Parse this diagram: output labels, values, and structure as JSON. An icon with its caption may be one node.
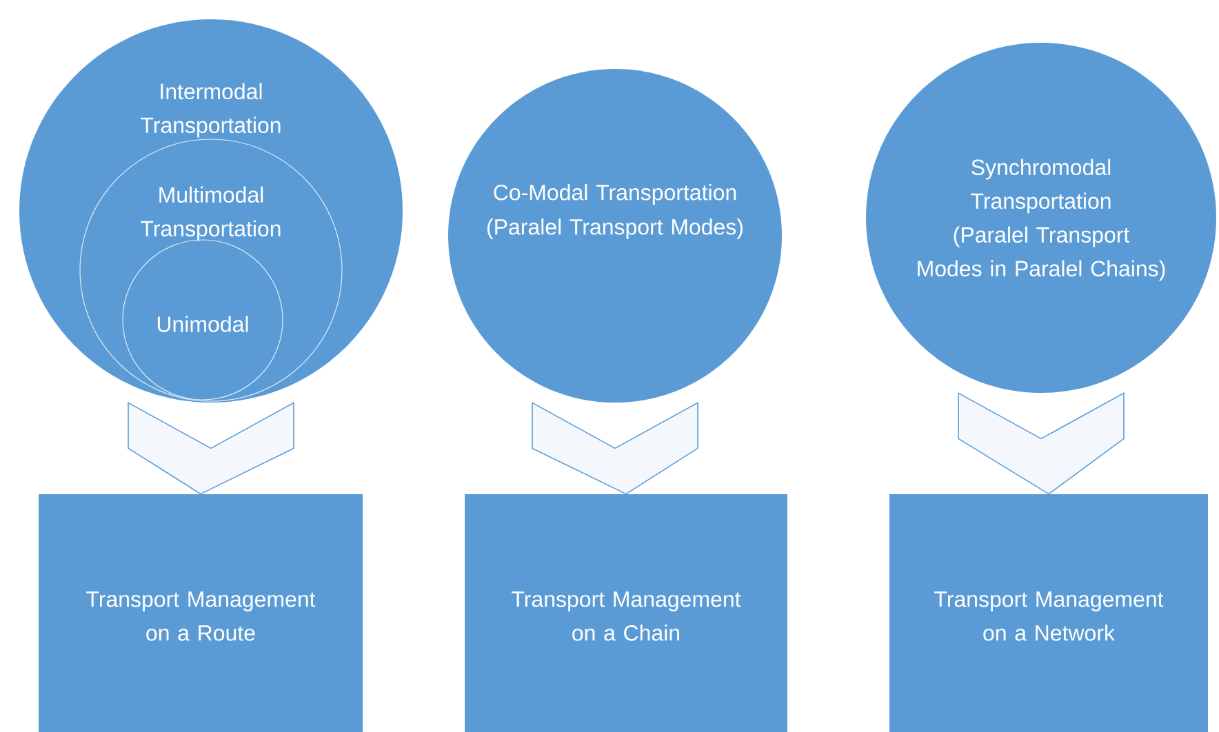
{
  "diagram": {
    "nodes": [
      {
        "text": [
          "Intermodal Transportation"
        ]
      },
      {
        "text": [
          "Multimodal Transportation"
        ],
        "in": 0
      },
      {
        "text": [
          "Unimodal"
        ],
        "in": 1
      },
      {
        "text": [
          "Co-Modal Transportation",
          "(Paralel Transport Modes)"
        ]
      },
      {
        "text": [
          "Synchromodal Transportation",
          "(Paralel Transport Modes in Paralel Chains)"
        ]
      },
      {
        "text": [
          "Transport Management on a Route"
        ]
      },
      {
        "text": [
          "Transport Management on a Chain"
        ]
      },
      {
        "text": [
          "Transport Management on a Network"
        ]
      }
    ],
    "edges": [
      {
        "from": 0,
        "to": 5,
        "arrow": "to"
      },
      {
        "from": 3,
        "to": 6,
        "arrow": "to"
      },
      {
        "from": 4,
        "to": 7,
        "arrow": "to"
      }
    ]
  }
}
